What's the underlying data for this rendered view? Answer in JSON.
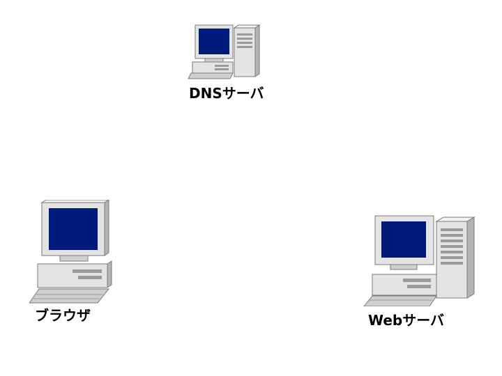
{
  "nodes": {
    "dns_server": {
      "label": "DNSサーバ",
      "icon": "server-tower-icon"
    },
    "browser": {
      "label": "ブラウザ",
      "icon": "desktop-computer-icon"
    },
    "web_server": {
      "label": "Webサーバ",
      "icon": "server-tower-icon"
    }
  },
  "colors": {
    "screen": "#001a7a",
    "case": "#e4e4e4",
    "case_shadow": "#b4b4b4",
    "outline": "#7a7a7a"
  }
}
